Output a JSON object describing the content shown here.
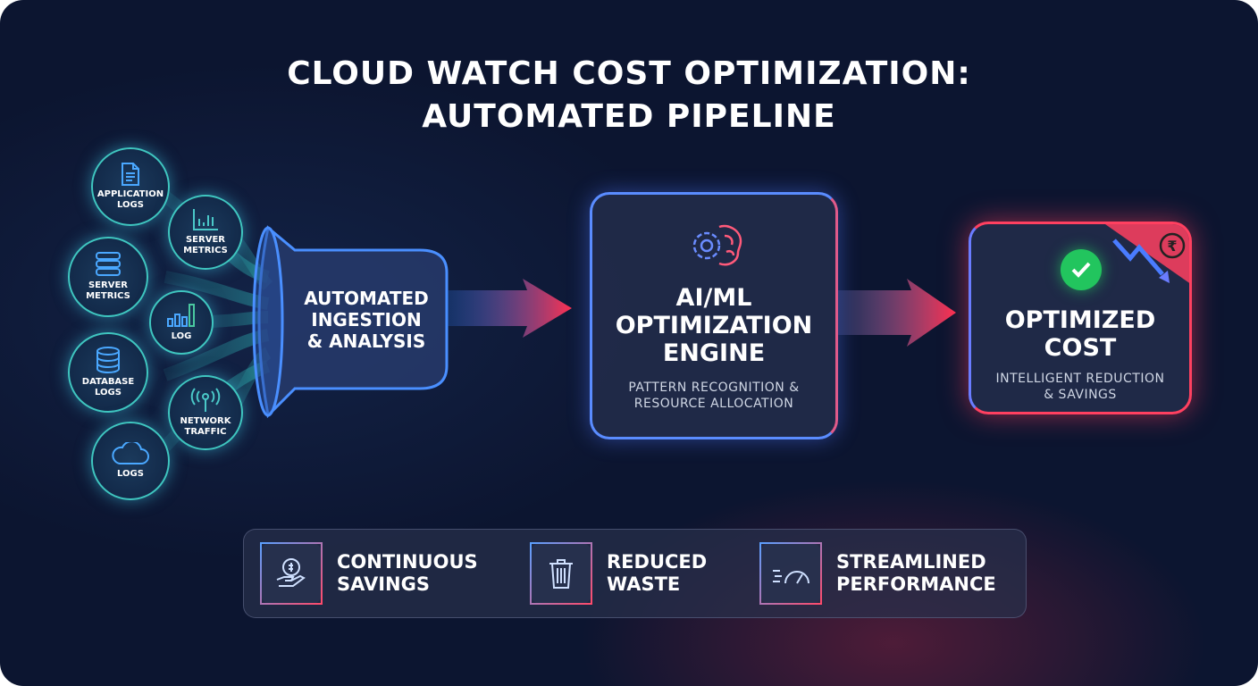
{
  "title": {
    "line1": "CLOUD WATCH COST OPTIMIZATION:",
    "line2": "AUTOMATED PIPELINE"
  },
  "sources": [
    {
      "label1": "APPLICATION",
      "label2": "LOGS",
      "icon": "document-icon"
    },
    {
      "label1": "SERVER",
      "label2": "METRICS",
      "icon": "bar-chart-icon"
    },
    {
      "label1": "SERVER",
      "label2": "METRICS",
      "icon": "server-icon"
    },
    {
      "label1": "LOG",
      "label2": "",
      "icon": "signal-bars-icon"
    },
    {
      "label1": "DATABASE",
      "label2": "LOGS",
      "icon": "database-icon"
    },
    {
      "label1": "NETWORK",
      "label2": "TRAFFIC",
      "icon": "antenna-icon"
    },
    {
      "label1": "LOGS",
      "label2": "",
      "icon": "cloud-icon"
    }
  ],
  "ingestion": {
    "line1": "AUTOMATED",
    "line2": "INGESTION",
    "line3": "& ANALYSIS"
  },
  "engine": {
    "line1": "AI/ML",
    "line2": "OPTIMIZATION",
    "line3": "ENGINE",
    "sub1": "PATTERN RECOGNITION &",
    "sub2": "RESOURCE ALLOCATION",
    "icon": "gear-brain-icon"
  },
  "result": {
    "line1": "OPTIMIZED",
    "line2": "COST",
    "sub1": "INTELLIGENT REDUCTION",
    "sub2": "& SAVINGS",
    "icon": "check-icon",
    "badge_icon": "rupee-down-trend-icon"
  },
  "features": [
    {
      "line1": "CONTINUOUS",
      "line2": "SAVINGS",
      "icon": "hand-coin-icon"
    },
    {
      "line1": "REDUCED",
      "line2": "WASTE",
      "icon": "trash-icon"
    },
    {
      "line1": "STREAMLINED",
      "line2": "PERFORMANCE",
      "icon": "speedometer-icon"
    }
  ],
  "colors": {
    "accent_blue": "#4a8fff",
    "accent_red": "#ff3b5c",
    "teal": "#3fc6c0",
    "success": "#22c55e"
  }
}
